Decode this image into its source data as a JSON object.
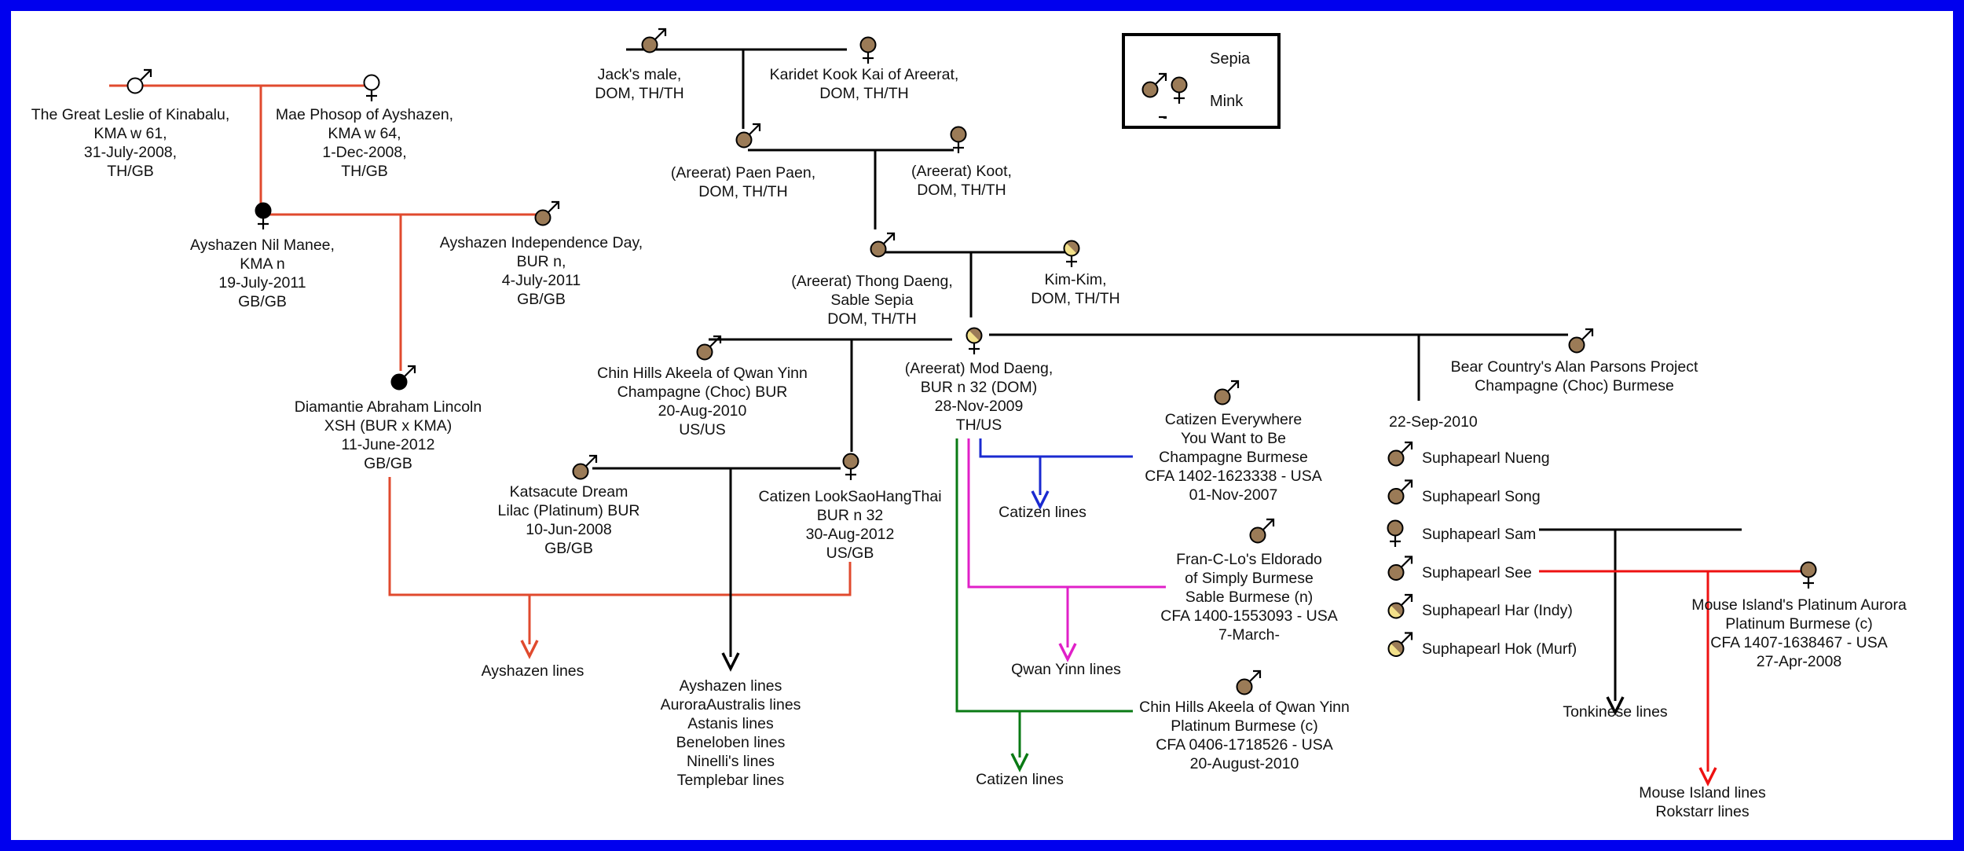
{
  "colors": {
    "frame_border": "#0000ee",
    "sepia": "#9b7b57",
    "mink": "#f2e08a",
    "black": "#000000",
    "ayshazen_line": "#e04a2e",
    "blue_line": "#1a2ad0",
    "magenta_line": "#e020c8",
    "green_line": "#0a7a14",
    "red_line": "#ee1111"
  },
  "legend": {
    "sepia_label": "Sepia",
    "mink_label": "Mink"
  },
  "people": [
    {
      "name": "Leslie",
      "lines": [
        "The Great Leslie of Kinabalu,",
        "KMA w 61,",
        "31-July-2008,",
        "TH/GB"
      ]
    },
    {
      "name": "MaePhosop",
      "lines": [
        "Mae Phosop of Ayshazen,",
        "KMA w 64,",
        "1-Dec-2008,",
        "TH/GB"
      ]
    },
    {
      "name": "NilManee",
      "lines": [
        "Ayshazen Nil Manee,",
        "KMA n",
        "19-July-2011",
        "GB/GB"
      ]
    },
    {
      "name": "IndependenceDay",
      "lines": [
        "Ayshazen Independence Day,",
        "BUR n,",
        "4-July-2011",
        "GB/GB"
      ]
    },
    {
      "name": "AbrahamLincoln",
      "lines": [
        "Diamantie Abraham Lincoln",
        "XSH (BUR x KMA)",
        "11-June-2012",
        "GB/GB"
      ]
    },
    {
      "name": "JacksMale",
      "lines": [
        "Jack's male,",
        "DOM, TH/TH"
      ]
    },
    {
      "name": "KaridetKookKai",
      "lines": [
        "Karidet Kook Kai of Areerat,",
        "DOM, TH/TH"
      ]
    },
    {
      "name": "PaenPaen",
      "lines": [
        "(Areerat) Paen Paen,",
        "DOM, TH/TH"
      ]
    },
    {
      "name": "Koot",
      "lines": [
        "(Areerat) Koot,",
        "DOM, TH/TH"
      ]
    },
    {
      "name": "ThongDaeng",
      "lines": [
        "(Areerat) Thong Daeng,",
        "Sable Sepia",
        "DOM, TH/TH"
      ]
    },
    {
      "name": "KimKim",
      "lines": [
        "Kim-Kim,",
        "DOM, TH/TH"
      ]
    },
    {
      "name": "ModDaeng",
      "lines": [
        "(Areerat) Mod Daeng,",
        "BUR n 32 (DOM)",
        "28-Nov-2009",
        "TH/US"
      ]
    },
    {
      "name": "AkeelaChoc",
      "lines": [
        "Chin Hills Akeela of Qwan Yinn",
        "Champagne (Choc) BUR",
        "20-Aug-2010",
        "US/US"
      ]
    },
    {
      "name": "AlanParsons",
      "lines": [
        "Bear Country's Alan Parsons Project",
        "Champagne (Choc) Burmese"
      ]
    },
    {
      "name": "KatsacuteDream",
      "lines": [
        "Katsacute Dream",
        "Lilac (Platinum) BUR",
        "10-Jun-2008",
        "GB/GB"
      ]
    },
    {
      "name": "LookSaoHangThai",
      "lines": [
        "Catizen LookSaoHangThai",
        "BUR n 32",
        "30-Aug-2012",
        "US/GB"
      ]
    },
    {
      "name": "CatizenEverywhere",
      "lines": [
        "Catizen Everywhere",
        "You Want to Be",
        "Champagne Burmese",
        "CFA 1402-1623338 - USA",
        "01-Nov-2007"
      ]
    },
    {
      "name": "Eldorado",
      "lines": [
        "Fran-C-Lo's Eldorado",
        "of Simply Burmese",
        "Sable Burmese (n)",
        "CFA 1400-1553093 - USA",
        "7-March-"
      ]
    },
    {
      "name": "AkeelaPlatinum",
      "lines": [
        "Chin Hills Akeela of Qwan Yinn",
        "Platinum Burmese (c)",
        "CFA 0406-1718526 - USA",
        "20-August-2010"
      ]
    },
    {
      "name": "PlatinumAurora",
      "lines": [
        "Mouse Island's Platinum Aurora",
        "Platinum Burmese (c)",
        "CFA 1407-1638467 - USA",
        "27-Apr-2008"
      ]
    }
  ],
  "litter": {
    "date": "22-Sep-2010",
    "kittens": [
      "Suphapearl Nueng",
      "Suphapearl Song",
      "Suphapearl Sam",
      "Suphapearl See",
      "Suphapearl Har (Indy)",
      "Suphapearl Hok (Murf)"
    ]
  },
  "destinations": {
    "ayshazen": [
      "Ayshazen lines"
    ],
    "multi": [
      "Ayshazen lines",
      "AuroraAustralis lines",
      "Astanis lines",
      "Beneloben lines",
      "Ninelli's lines",
      "Templebar lines"
    ],
    "catizen_blue": [
      "Catizen lines"
    ],
    "qwan_yinn": [
      "Qwan Yinn lines"
    ],
    "catizen_green": [
      "Catizen lines"
    ],
    "tonkinese": [
      "Tonkinese lines"
    ],
    "mouse_island": [
      "Mouse Island lines",
      "Rokstarr lines"
    ]
  }
}
